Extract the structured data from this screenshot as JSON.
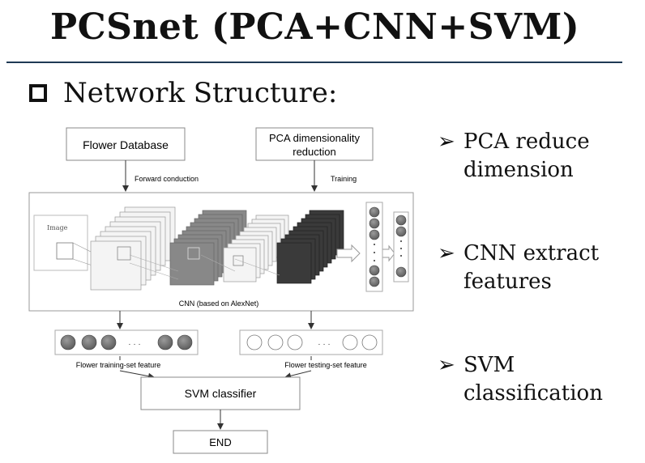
{
  "title": "PCSnet (PCA+CNN+SVM)",
  "subheading": "Network Structure:",
  "bullet_arrow": "➢",
  "bullets": [
    "PCA reduce dimension",
    "CNN extract features",
    "SVM classification"
  ],
  "diagram": {
    "flower_database": "Flower Database",
    "pca_line1": "PCA dimensionality",
    "pca_line2": "reduction",
    "forward_conduction": "Forward conduction",
    "training": "Training",
    "image": "Image",
    "cnn_caption": "CNN (based on AlexNet)",
    "training_feature": "Flower training-set feature",
    "testing_feature": "Flower testing-set feature",
    "svm_classifier": "SVM classifier",
    "end": "END",
    "ellipsis": "· · ·"
  }
}
